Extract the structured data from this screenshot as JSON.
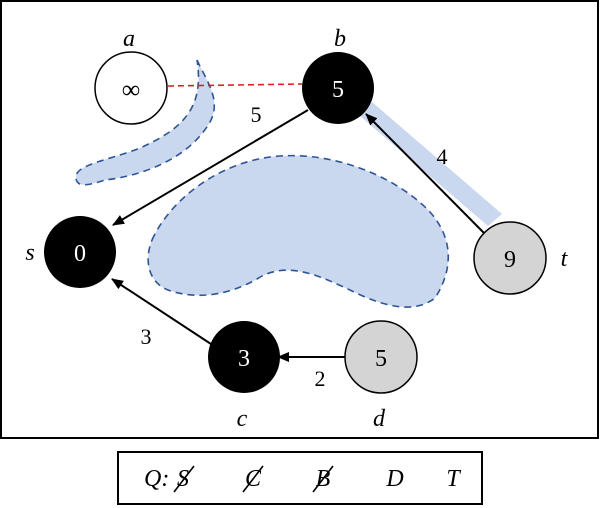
{
  "graph": {
    "nodes": [
      {
        "id": "a",
        "label": "a",
        "value": "∞",
        "state": "unvisited"
      },
      {
        "id": "b",
        "label": "b",
        "value": "5",
        "state": "settled"
      },
      {
        "id": "s",
        "label": "s",
        "value": "0",
        "state": "settled"
      },
      {
        "id": "c",
        "label": "c",
        "value": "3",
        "state": "settled"
      },
      {
        "id": "d",
        "label": "d",
        "value": "5",
        "state": "frontier"
      },
      {
        "id": "t",
        "label": "t",
        "value": "9",
        "state": "frontier"
      }
    ],
    "edges": [
      {
        "from": "b",
        "to": "s",
        "weight": "5"
      },
      {
        "from": "c",
        "to": "s",
        "weight": "3"
      },
      {
        "from": "d",
        "to": "c",
        "weight": "2"
      },
      {
        "from": "t",
        "to": "b",
        "weight": "4"
      }
    ]
  },
  "queue": {
    "prefix": "Q:",
    "items": [
      {
        "label": "S",
        "removed": true
      },
      {
        "label": "C",
        "removed": true
      },
      {
        "label": "B",
        "removed": true
      },
      {
        "label": "D",
        "removed": false
      },
      {
        "label": "T",
        "removed": false
      }
    ]
  },
  "colors": {
    "settled": "#000000",
    "frontier": "#d4d4d4",
    "unvisited": "#ffffff",
    "region_fill": "#c9d8ee",
    "region_stroke": "#2f5597",
    "dashed_link": "#e02020"
  }
}
